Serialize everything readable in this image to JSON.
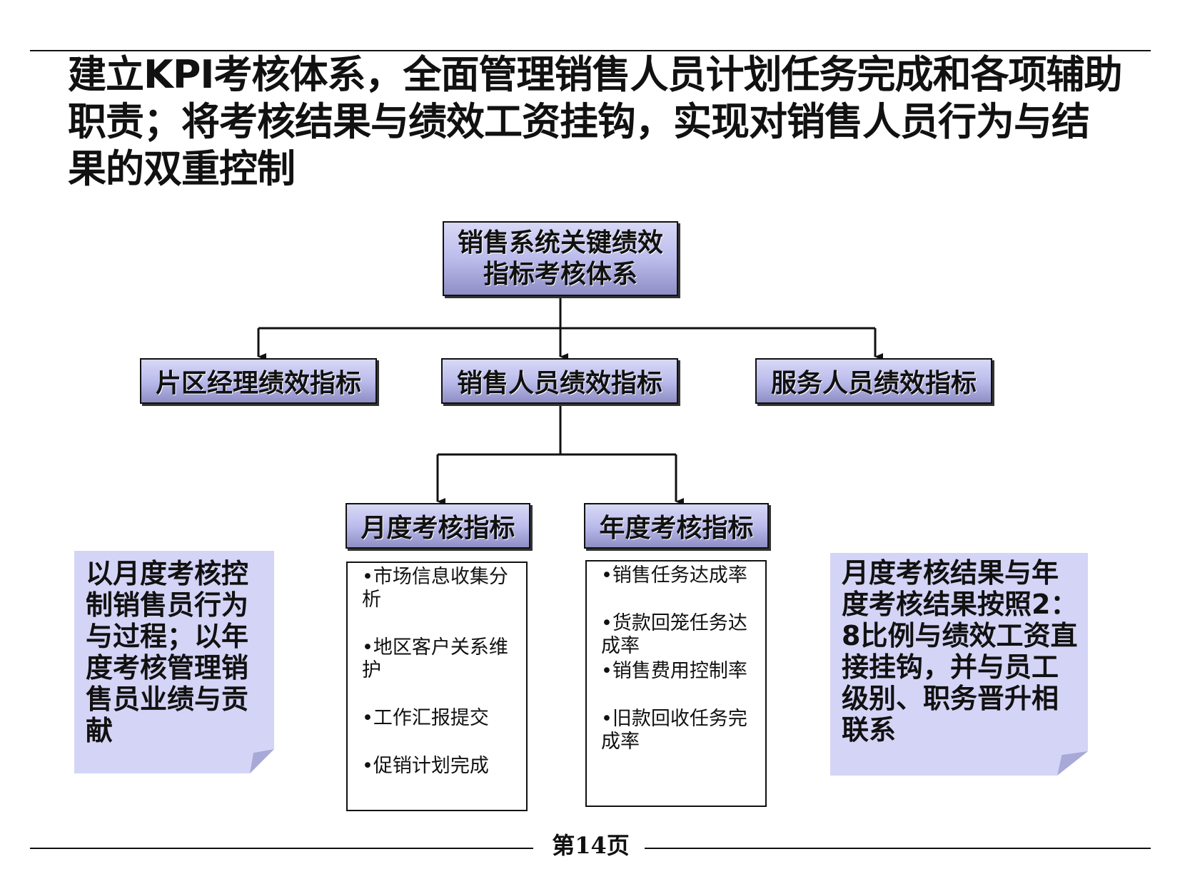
{
  "title": "建立KPI考核体系，全面管理销售人员计划任务完成和各项辅助职责；将考核结果与绩效工资挂钩，实现对销售人员行为与结果的双重控制",
  "diagram": {
    "root": {
      "line1": "销售系统关键绩效",
      "line2": "指标考核体系"
    },
    "level2": {
      "area_manager": "片区经理绩效指标",
      "sales_staff": "销售人员绩效指标",
      "service_staff": "服务人员绩效指标"
    },
    "level3": {
      "monthly": "月度考核指标",
      "annual": "年度考核指标"
    },
    "monthly_items": [
      "•市场信息收集分析",
      "•地区客户关系维护",
      "•工作汇报提交",
      "•促销计划完成"
    ],
    "annual_items": [
      "•销售任务达成率",
      "•货款回笼任务达成率",
      "•销售费用控制率",
      "•旧款回收任务完成率"
    ]
  },
  "notes": {
    "left": "以月度考核控制销售员行为与过程；以年度考核管理销售员业绩与贡献",
    "right": "月度考核结果与年度考核结果按照2：8比例与绩效工资直接挂钩，并与员工级别、职务晋升相联系"
  },
  "footer": {
    "page_number": "第14页"
  }
}
